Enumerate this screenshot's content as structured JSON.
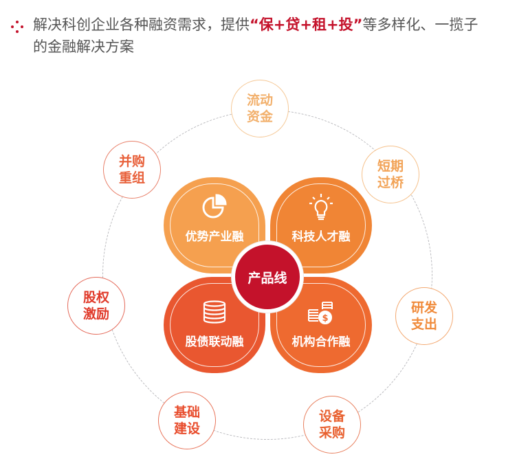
{
  "header": {
    "line1_prefix": "解决科创企业各种融资需求，提供",
    "highlight": "“保+贷+租+投”",
    "line1_suffix": "等多样化、一揽子",
    "line2": "的金融解决方案"
  },
  "center": {
    "label": "产品线",
    "color": "#c4122b"
  },
  "petals": [
    {
      "label": "优势产业融",
      "icon": "pie-chart-icon",
      "color": "#f5a04f"
    },
    {
      "label": "科技人才融",
      "icon": "lightbulb-icon",
      "color": "#f08535"
    },
    {
      "label": "股债联动融",
      "icon": "coin-stack-icon",
      "color": "#e95730"
    },
    {
      "label": "机构合作融",
      "icon": "dollar-coins-icon",
      "color": "#ee6a30"
    }
  ],
  "outer": [
    {
      "label": "流动资金",
      "color": "#f2b06c"
    },
    {
      "label": "短期过桥",
      "color": "#f2a357"
    },
    {
      "label": "研发支出",
      "color": "#f08a3a"
    },
    {
      "label": "设备采购",
      "color": "#e8602f"
    },
    {
      "label": "基础建设",
      "color": "#e84c2c"
    },
    {
      "label": "股权激励",
      "color": "#e03a2a"
    },
    {
      "label": "并购重组",
      "color": "#e8603a"
    }
  ]
}
